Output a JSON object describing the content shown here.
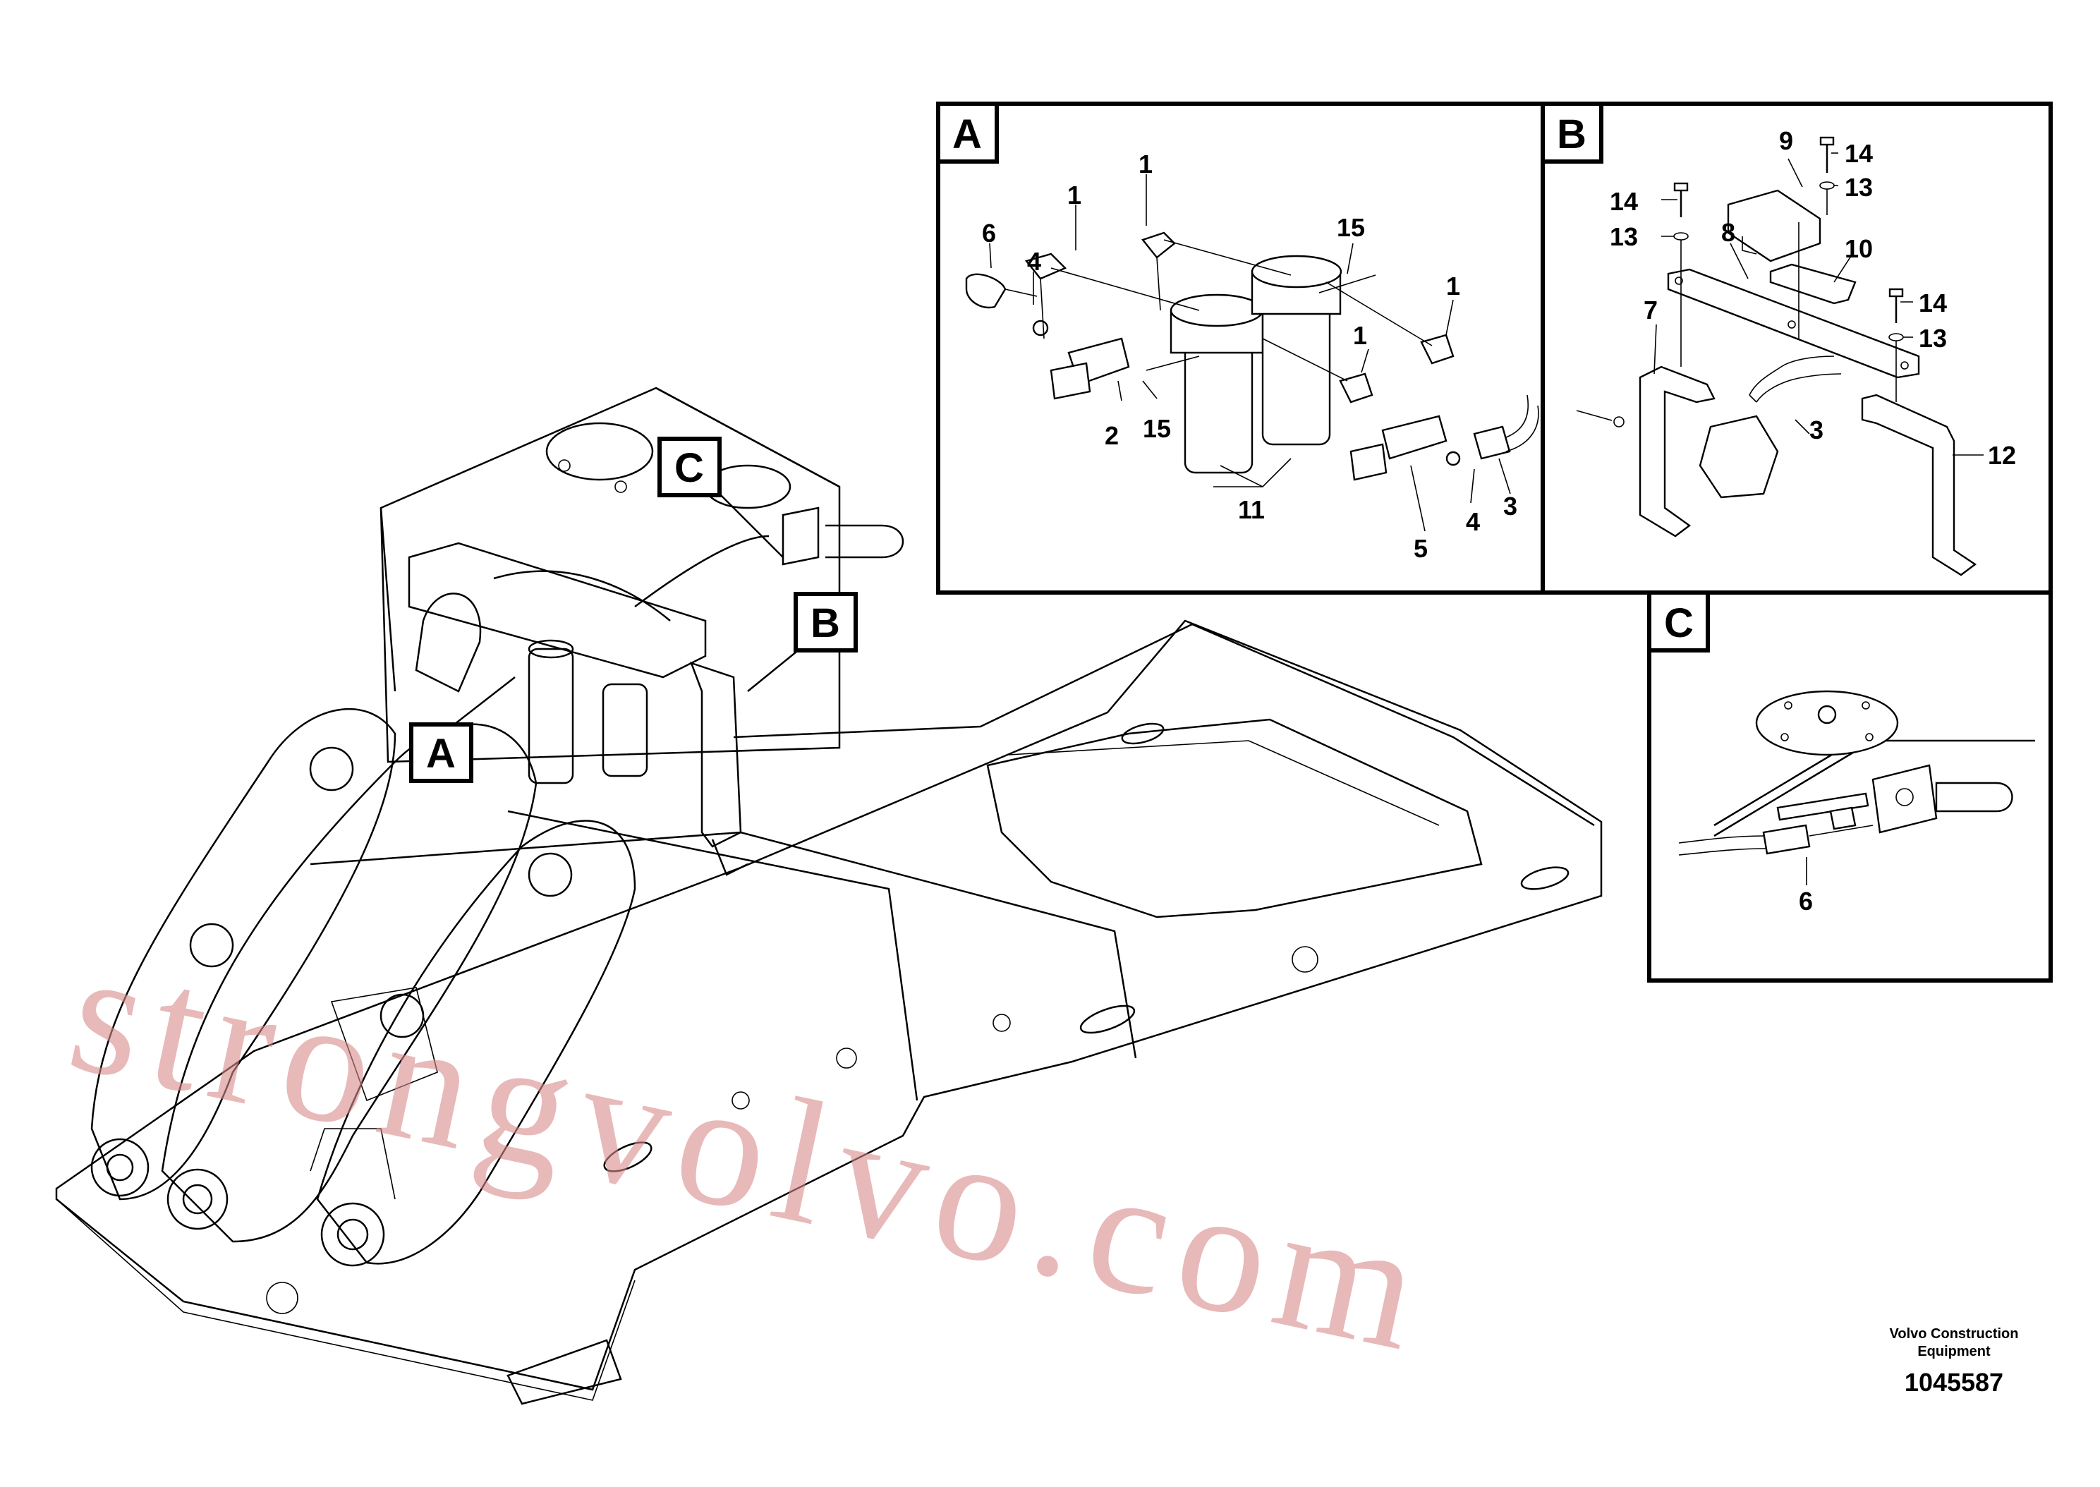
{
  "watermark": "strongvolvo.com",
  "footer": {
    "company_line1": "Volvo Construction",
    "company_line2": "Equipment",
    "drawing_number": "1045587"
  },
  "main_callouts": [
    "A",
    "B",
    "C"
  ],
  "panel_a": {
    "letter": "A",
    "labels": [
      "1",
      "1",
      "1",
      "1",
      "2",
      "3",
      "4",
      "4",
      "5",
      "6",
      "11",
      "15",
      "15"
    ]
  },
  "panel_b": {
    "letter": "B",
    "labels": [
      "3",
      "7",
      "8",
      "9",
      "10",
      "12",
      "13",
      "13",
      "13",
      "14",
      "14",
      "14"
    ]
  },
  "panel_c": {
    "letter": "C",
    "labels": [
      "6"
    ]
  }
}
